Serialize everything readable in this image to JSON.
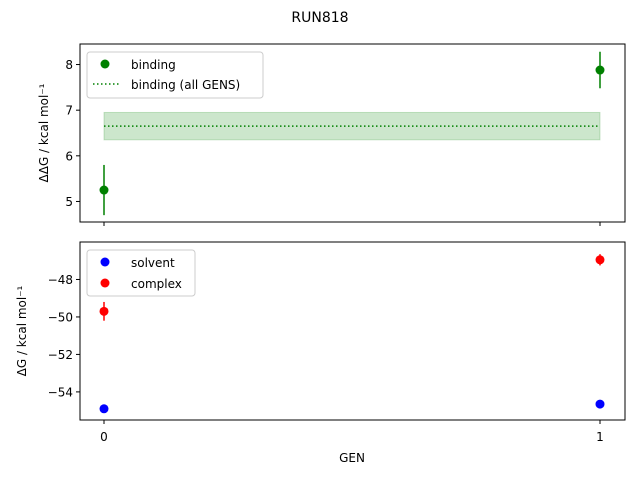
{
  "figure": {
    "title": "RUN818",
    "xlabel": "GEN",
    "x_ticks": [
      "0",
      "1"
    ]
  },
  "chart_data": [
    {
      "type": "scatter",
      "panel": "top",
      "ylabel": "ΔΔG / kcal mol⁻¹",
      "ylim": [
        4.55,
        8.45
      ],
      "yticks": [
        5,
        6,
        7,
        8
      ],
      "legend": {
        "placement": "upper-left",
        "entries": [
          "binding",
          "binding (all GENS)"
        ]
      },
      "series": [
        {
          "name": "binding",
          "color": "#008000",
          "x": [
            0,
            1
          ],
          "y": [
            5.25,
            7.88
          ],
          "yerr": [
            0.55,
            0.4
          ]
        }
      ],
      "band": {
        "name": "binding (all GENS)",
        "color": "#008000",
        "y": 6.65,
        "low": 6.35,
        "high": 6.95,
        "x": [
          0,
          1
        ]
      }
    },
    {
      "type": "scatter",
      "panel": "bottom",
      "ylabel": "ΔG / kcal mol⁻¹",
      "ylim": [
        -55.5,
        -46.0
      ],
      "yticks": [
        -54,
        -52,
        -50,
        -48
      ],
      "legend": {
        "placement": "upper-left",
        "entries": [
          "solvent",
          "complex"
        ]
      },
      "series": [
        {
          "name": "solvent",
          "color": "#0000ff",
          "x": [
            0,
            1
          ],
          "y": [
            -54.9,
            -54.65
          ],
          "yerr": [
            0.05,
            0.05
          ]
        },
        {
          "name": "complex",
          "color": "#ff0000",
          "x": [
            0,
            1
          ],
          "y": [
            -49.7,
            -46.95
          ],
          "yerr": [
            0.5,
            0.3
          ]
        }
      ]
    }
  ]
}
